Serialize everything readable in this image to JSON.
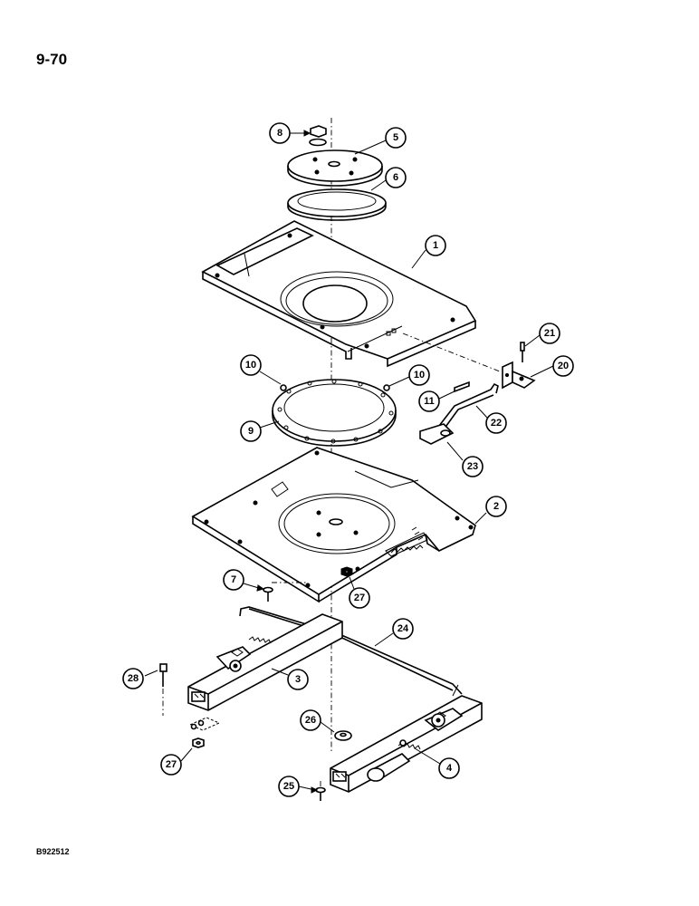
{
  "page": {
    "number": "9-70",
    "figure_code": "B922512"
  },
  "callouts": [
    {
      "id": "8",
      "label": "8"
    },
    {
      "id": "5",
      "label": "5"
    },
    {
      "id": "6",
      "label": "6"
    },
    {
      "id": "1",
      "label": "1"
    },
    {
      "id": "21",
      "label": "21"
    },
    {
      "id": "20",
      "label": "20"
    },
    {
      "id": "10a",
      "label": "10"
    },
    {
      "id": "10b",
      "label": "10"
    },
    {
      "id": "11",
      "label": "11"
    },
    {
      "id": "22",
      "label": "22"
    },
    {
      "id": "9",
      "label": "9"
    },
    {
      "id": "23",
      "label": "23"
    },
    {
      "id": "2",
      "label": "2"
    },
    {
      "id": "7",
      "label": "7"
    },
    {
      "id": "27a",
      "label": "27"
    },
    {
      "id": "24",
      "label": "24"
    },
    {
      "id": "28",
      "label": "28"
    },
    {
      "id": "3",
      "label": "3"
    },
    {
      "id": "26",
      "label": "26"
    },
    {
      "id": "27b",
      "label": "27"
    },
    {
      "id": "4",
      "label": "4"
    },
    {
      "id": "25",
      "label": "25"
    }
  ]
}
